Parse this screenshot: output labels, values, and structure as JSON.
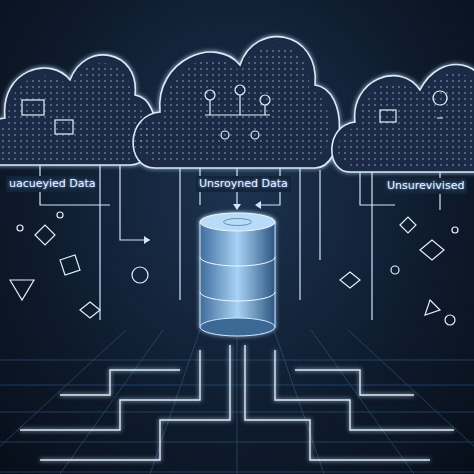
{
  "diagram": {
    "labels": [
      "uacueyied Data",
      "Unsroyned Data",
      "Unsurevivised"
    ]
  }
}
